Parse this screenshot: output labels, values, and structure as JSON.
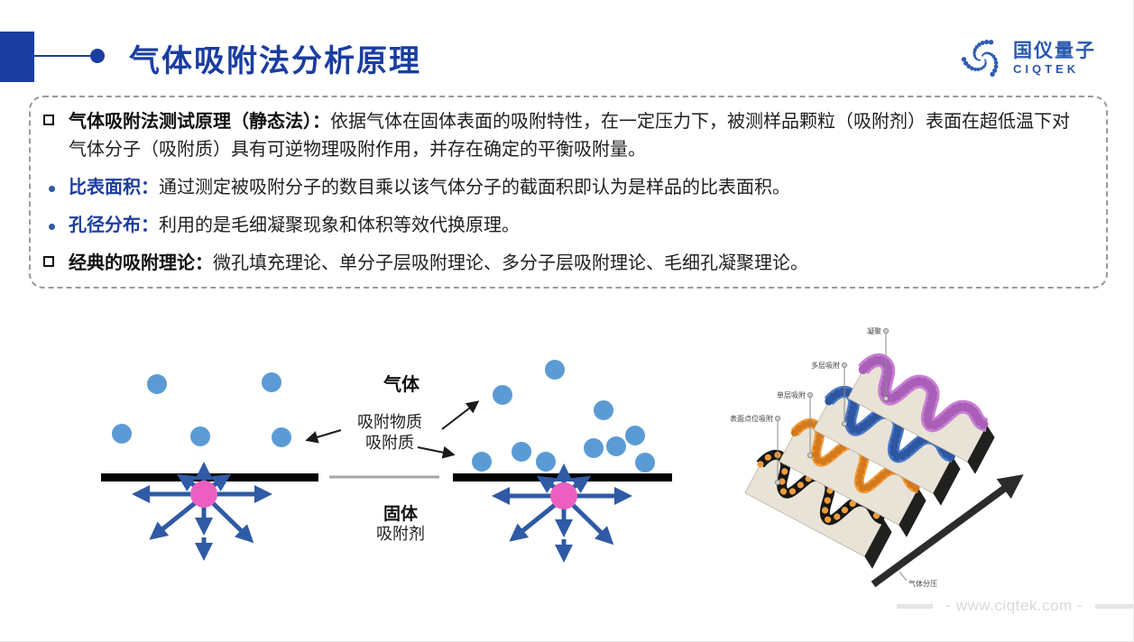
{
  "header": {
    "title": "气体吸附法分析原理",
    "logo_cn": "国仪量子",
    "logo_en": "CIQTEK"
  },
  "info_box": {
    "bullets": [
      {
        "marker": "square",
        "label_color": "black",
        "label": "气体吸附法测试原理（静态法）：",
        "text": "依据气体在固体表面的吸附特性，在一定压力下，被测样品颗粒（吸附剂）表面在超低温下对气体分子（吸附质）具有可逆物理吸附作用，并存在确定的平衡吸附量。"
      },
      {
        "marker": "dot",
        "label_color": "blue",
        "label": "比表面积：",
        "text": "通过测定被吸附分子的数目乘以该气体分子的截面积即认为是样品的比表面积。"
      },
      {
        "marker": "dot",
        "label_color": "blue",
        "label": "孔径分布：",
        "text": "利用的是毛细凝聚现象和体积等效代换原理。"
      },
      {
        "marker": "square",
        "label_color": "black",
        "label": "经典的吸附理论：",
        "text": "微孔填充理论、单分子层吸附理论、多分子层吸附理论、毛细孔凝聚理论。"
      }
    ]
  },
  "left_diagram": {
    "gas_label": "气体",
    "adsorbate_label_line1": "吸附物质",
    "adsorbate_label_line2": "吸附质",
    "solid_label": "固体",
    "adsorbent_label": "吸附剂"
  },
  "right_diagram": {
    "condensation_label": "凝聚",
    "multilayer_label": "多层吸附",
    "monolayer_label": "单层吸附",
    "surface_site_label": "表面点位吸附",
    "pressure_label": "气体分压"
  },
  "footer": {
    "url_text": "- www.ciqtek.com -"
  },
  "colors": {
    "accent_blue": "#1a3da0",
    "molecule_blue": "#5b9bd5",
    "adsorbent_pink": "#ec5fc0",
    "arrow_blue": "#2f5aa5",
    "slab_black": "#181818",
    "slab_orange": "#f09c3a",
    "slab_blue": "#4a78c4",
    "slab_purple": "#c97fd2",
    "footer_gray": "#d9d9d9"
  }
}
